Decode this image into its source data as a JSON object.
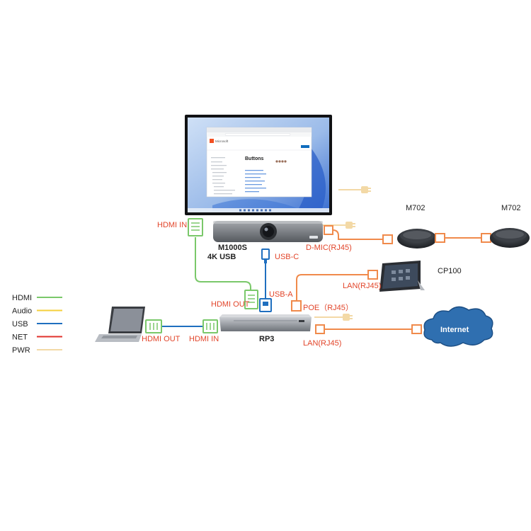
{
  "colors": {
    "hdmi": "#7ac86a",
    "audio": "#f5cf3b",
    "usb": "#1f6fbf",
    "net": "#e0312b",
    "pwr": "#f3d9a6",
    "orange": "#f08a4b",
    "red_label": "#e2452a",
    "cloud": "#2f6fb0"
  },
  "legend": [
    {
      "label": "HDMI",
      "color_key": "hdmi"
    },
    {
      "label": "Audio",
      "color_key": "audio"
    },
    {
      "label": "USB",
      "color_key": "usb"
    },
    {
      "label": "NET",
      "color_key": "net"
    },
    {
      "label": "PWR",
      "color_key": "pwr"
    }
  ],
  "devices": {
    "camera_name": "M1000S",
    "camera_sub": "4K USB",
    "hub_name": "RP3",
    "mic1_name": "M702",
    "mic2_name": "M702",
    "panel_name": "CP100",
    "cloud_name": "Internet"
  },
  "labels": {
    "tv_hdmi_in": "HDMI IN",
    "usb_c": "USB-C",
    "usb_a": "USB-A",
    "hub_hdmi_out": "HDMI OUT",
    "laptop_hdmi_out": "HDMI OUT",
    "hub_hdmi_in": "HDMI IN",
    "dmic": "D-MIC(RJ45)",
    "panel_lan": "LAN(RJ45)",
    "poe": "POE（RJ45）",
    "internet_lan": "LAN(RJ45)"
  },
  "screen": {
    "brand": "Microsoft",
    "doc_heading": "Buttons"
  }
}
